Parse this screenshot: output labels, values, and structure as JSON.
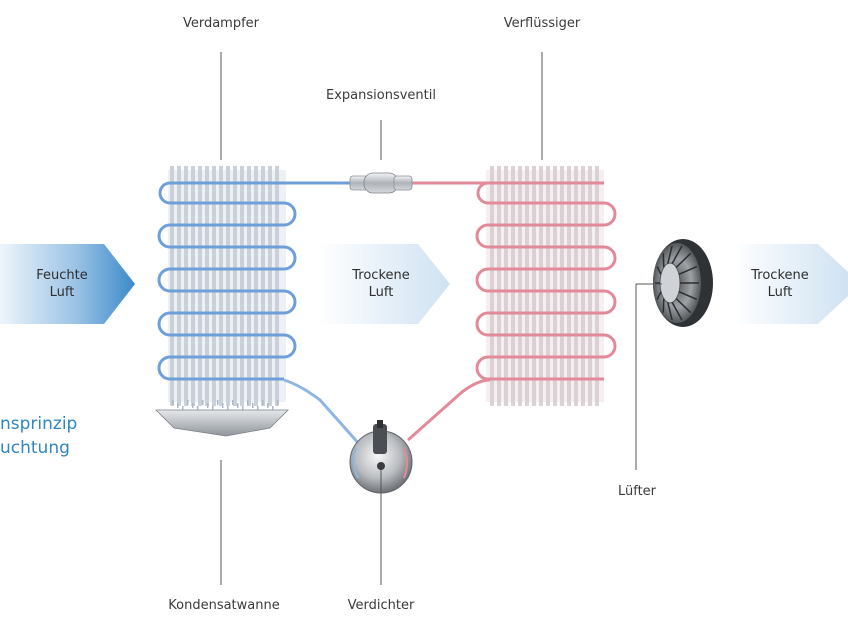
{
  "labels": {
    "verdampfer": "Verdampfer",
    "verfluessiger": "Verflüssiger",
    "expansionsventil": "Expansionsventil",
    "kondensatwanne": "Kondensatwanne",
    "verdichter": "Verdichter",
    "luefter": "Lüfter"
  },
  "arrows": {
    "input_line1": "Feuchte",
    "input_line2": "Luft",
    "middle_line1": "Trockene",
    "middle_line2": "Luft",
    "output_line1": "Trockene",
    "output_line2": "Luft"
  },
  "side_title": {
    "line1": "nsprinzip",
    "line2": "uchtung"
  },
  "colors": {
    "cold_pipe": "#6f9fd8",
    "hot_pipe": "#e38a9a",
    "arrow_dark": "#3c8ac9",
    "arrow_light": "#d7e7f4",
    "title_blue": "#2f86c0"
  }
}
